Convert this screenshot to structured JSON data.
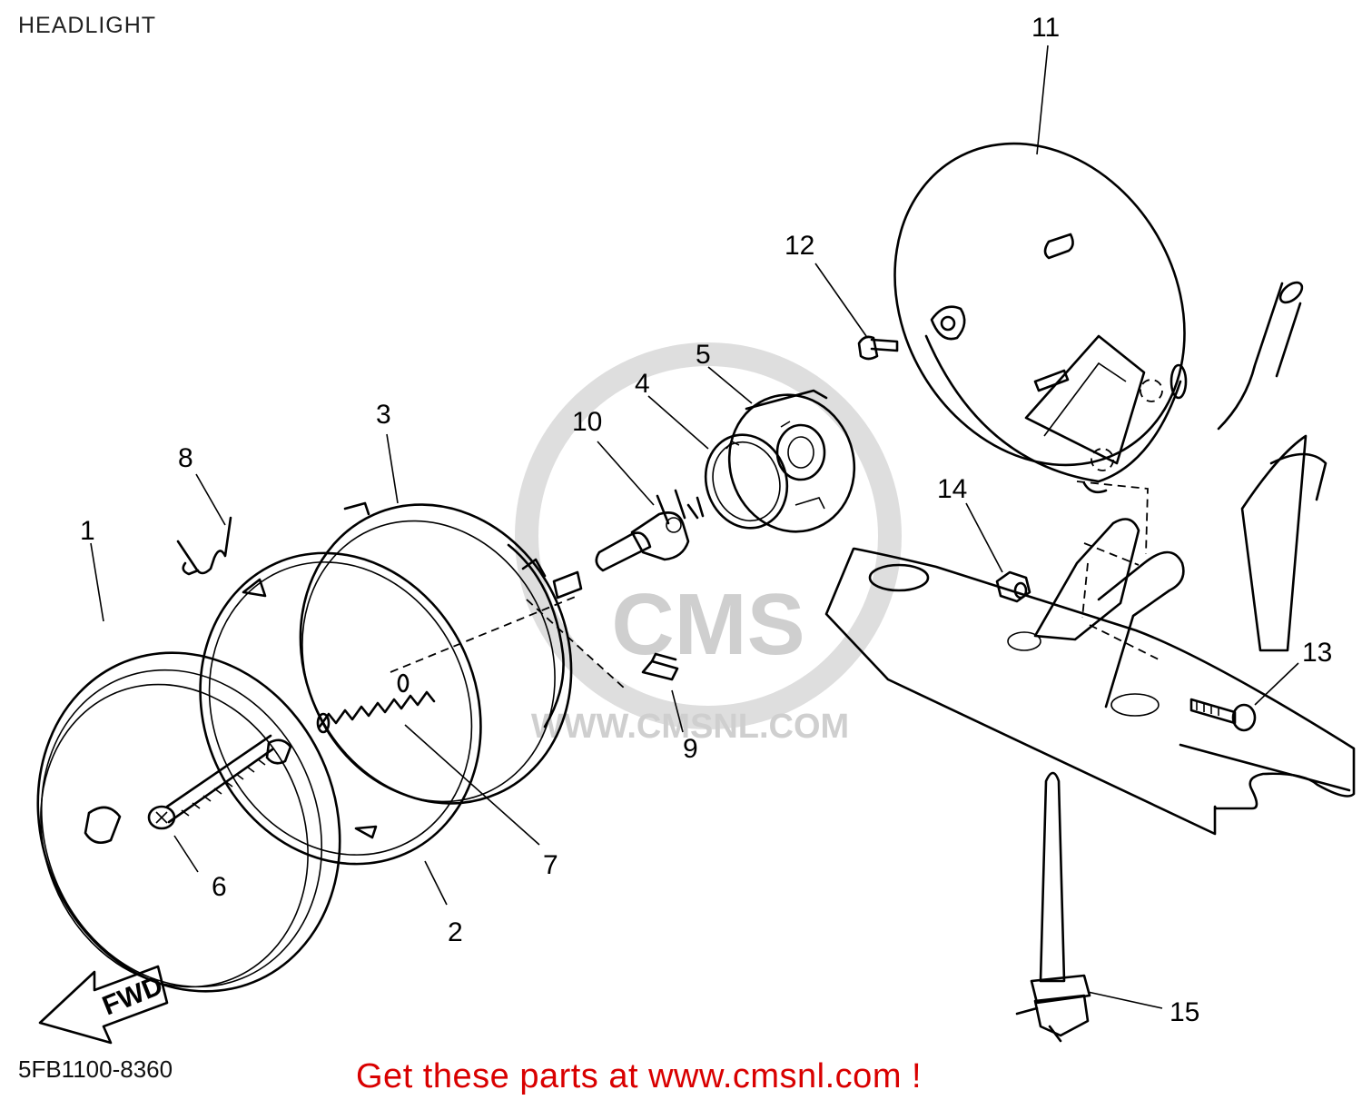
{
  "header": {
    "title": "HEADLIGHT"
  },
  "footer": {
    "diagram_code": "5FB1100-8360",
    "promo_text": "Get these parts at www.cmsnl.com !"
  },
  "watermark": {
    "brand": "CMS",
    "url": "WWW.CMSNL.COM",
    "color": "#cfcfcf"
  },
  "direction_arrow": {
    "label": "FWD"
  },
  "callouts": {
    "c1": "1",
    "c2": "2",
    "c3": "3",
    "c4": "4",
    "c5": "5",
    "c6": "6",
    "c7": "7",
    "c8": "8",
    "c9": "9",
    "c10": "10",
    "c11": "11",
    "c12": "12",
    "c13": "13",
    "c14": "14",
    "c15": "15"
  },
  "colors": {
    "promo": "#d90000",
    "lines": "#000000"
  }
}
